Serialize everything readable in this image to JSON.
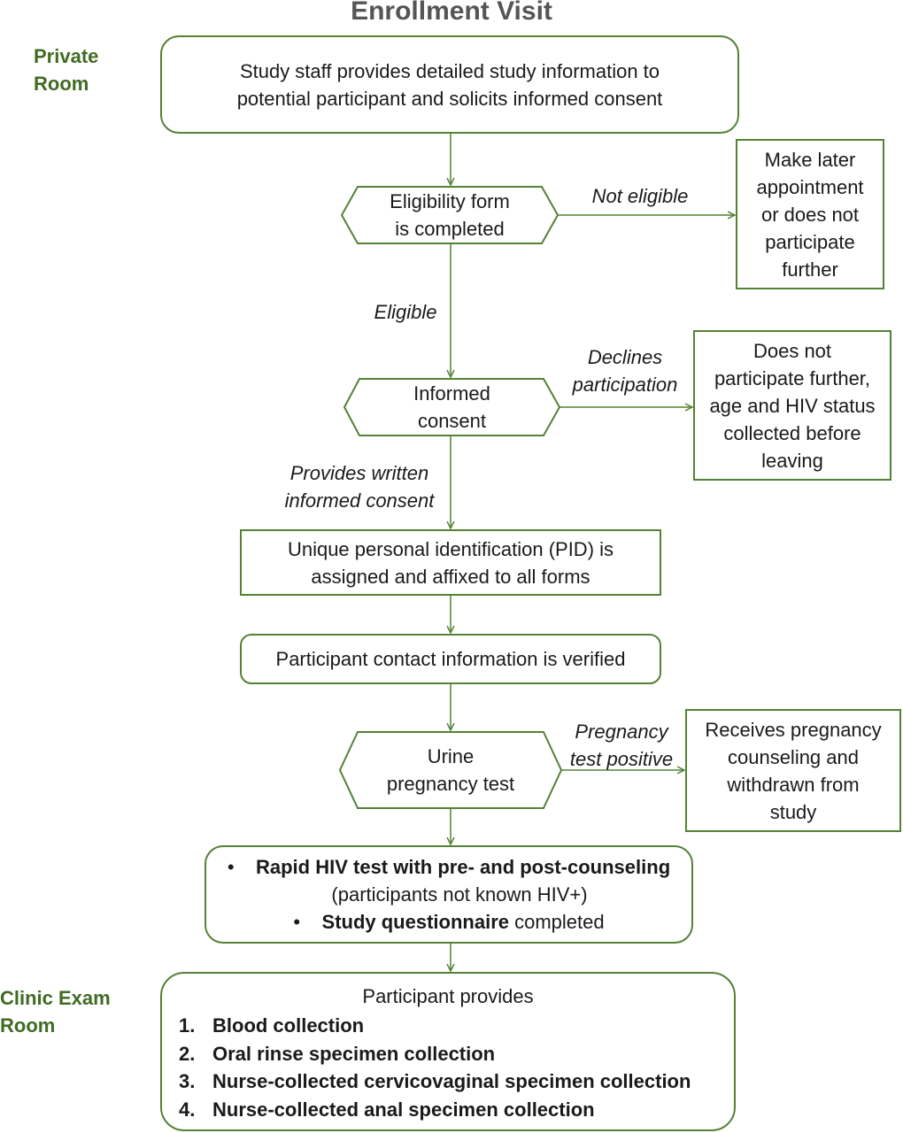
{
  "title": "Enrollment Visit",
  "sections": {
    "private_room": [
      "Private",
      "Room"
    ],
    "clinic_exam_room": [
      "Clinic Exam",
      "Room"
    ]
  },
  "nodes": {
    "consent_info": [
      "Study staff provides detailed study information to",
      "potential participant and solicits informed consent"
    ],
    "eligibility": [
      "Eligibility form",
      "is completed"
    ],
    "not_eligible_outcome": [
      "Make later",
      "appointment",
      "or does not",
      "participate",
      "further"
    ],
    "informed_consent": [
      "Informed",
      "consent"
    ],
    "declines_outcome": [
      "Does not",
      "participate further,",
      "age and HIV status",
      "collected before",
      "leaving"
    ],
    "pid": [
      "Unique personal identification (PID) is",
      "assigned and affixed to all forms"
    ],
    "contact": "Participant contact information is verified",
    "pregnancy_test": [
      "Urine",
      "pregnancy test"
    ],
    "pregnancy_outcome": [
      "Receives pregnancy",
      "counseling and",
      "withdrawn from",
      "study"
    ],
    "hiv_box": {
      "bullet": "•",
      "line1_bold": "Rapid HIV test with pre- and post-counseling",
      "line2": "(participants not known HIV+)",
      "line3_bold": "Study questionnaire",
      "line3_rest": " completed"
    },
    "specimens": {
      "header": "Participant provides",
      "items": [
        {
          "num": "1.",
          "text": "Blood collection"
        },
        {
          "num": "2.",
          "text": "Oral rinse specimen collection"
        },
        {
          "num": "3.",
          "text": "Nurse-collected cervicovaginal specimen collection"
        },
        {
          "num": "4.",
          "text": "Nurse-collected anal specimen collection"
        }
      ]
    }
  },
  "edge_labels": {
    "not_eligible": "Not eligible",
    "eligible": "Eligible",
    "declines": [
      "Declines",
      "participation"
    ],
    "provides_consent": [
      "Provides written",
      "informed consent"
    ],
    "pregnancy_positive": [
      "Pregnancy",
      "test positive"
    ]
  },
  "colors": {
    "box_border": "#548235",
    "section_text": "#3f6b23",
    "title_text": "#555555",
    "arrow": "#548235"
  }
}
